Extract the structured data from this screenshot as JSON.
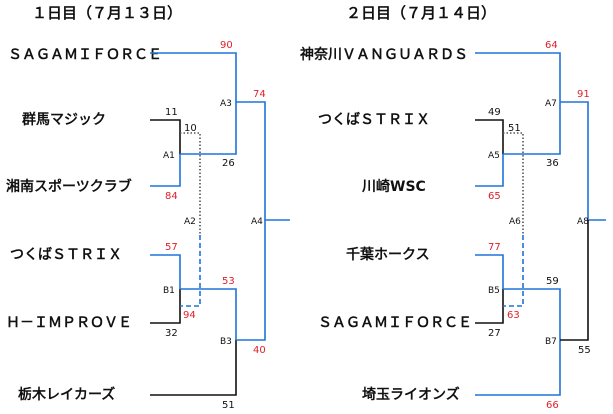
{
  "colors": {
    "win": "#1f73d9",
    "lose": "#111111",
    "winScore": "#e0202a",
    "loseScore": "#111111",
    "dotted": "#555555"
  },
  "day1": {
    "title": "１日目（７月１３日）",
    "teams": [
      "ＳＡＧＡＭＩＦＯＲＣＥ",
      "群馬マジック",
      "湘南スポーツクラブ",
      "つくばＳＴＲＩＸ",
      "Ｈ－ＩＭＰＲＯＶＥ",
      "栃木レイカーズ"
    ],
    "games": {
      "A1": "A1",
      "A2": "A2",
      "A3": "A3",
      "A4": "A4",
      "B1": "B1",
      "B3": "B3"
    },
    "scores": {
      "s90": "90",
      "s74": "74",
      "s11": "11",
      "s10": "10",
      "s26": "26",
      "s84": "84",
      "s57": "57",
      "s53": "53",
      "s94": "94",
      "s32": "32",
      "s40": "40",
      "s51": "51"
    }
  },
  "day2": {
    "title": "２日目（７月１４日）",
    "teams": [
      "神奈川ＶＡＮＧＵＡＲＤＳ",
      "つくばＳＴＲＩＸ",
      "川崎WSC",
      "千葉ホークス",
      "ＳＡＧＡＭＩＦＯＲＣＥ",
      "埼玉ライオンズ"
    ],
    "games": {
      "A5": "A5",
      "A6": "A6",
      "A7": "A7",
      "A8": "A8",
      "B5": "B5",
      "B7": "B7"
    },
    "scores": {
      "s64": "64",
      "s91": "91",
      "s49": "49",
      "s51": "51",
      "s36": "36",
      "s65": "65",
      "s77": "77",
      "s59": "59",
      "s63": "63",
      "s27": "27",
      "s55": "55",
      "s66": "66"
    }
  }
}
